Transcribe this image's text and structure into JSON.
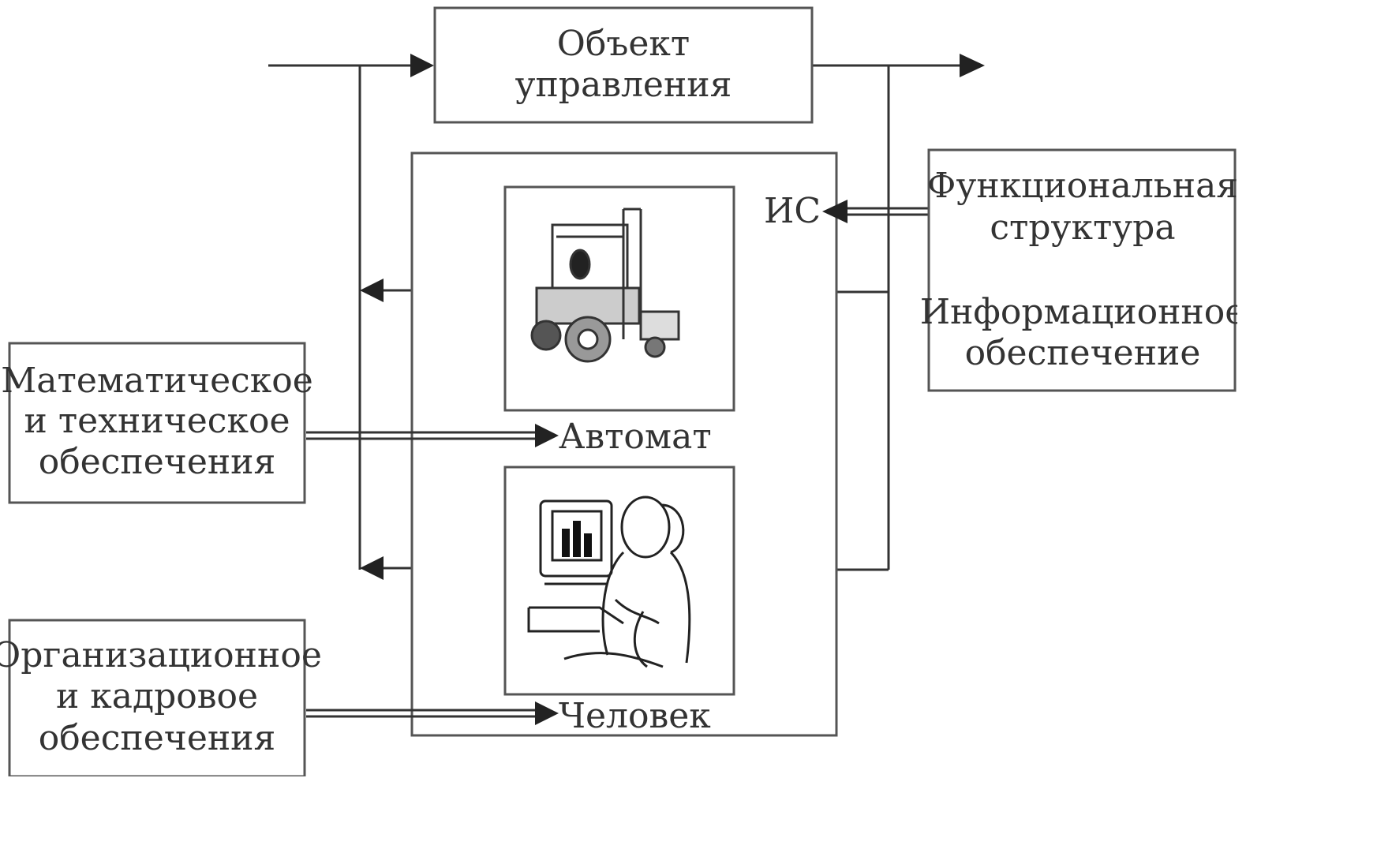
{
  "control_object": {
    "line1": "Объект",
    "line2": "управления"
  },
  "is_label": "ИС",
  "functional_box": {
    "line1": "Функциональная",
    "line2": "структура",
    "line3": "Информационное",
    "line4": "обеспечение"
  },
  "math_box": {
    "line1": "Математическое",
    "line2": "и техническое",
    "line3": "обеспечения"
  },
  "org_box": {
    "line1": "Организационное",
    "line2": "и кадровое",
    "line3": "обеспечения"
  },
  "automat_label": "Автомат",
  "human_label": "Человек",
  "icons": [
    "forklift-icon",
    "operator-at-computer-icon"
  ]
}
